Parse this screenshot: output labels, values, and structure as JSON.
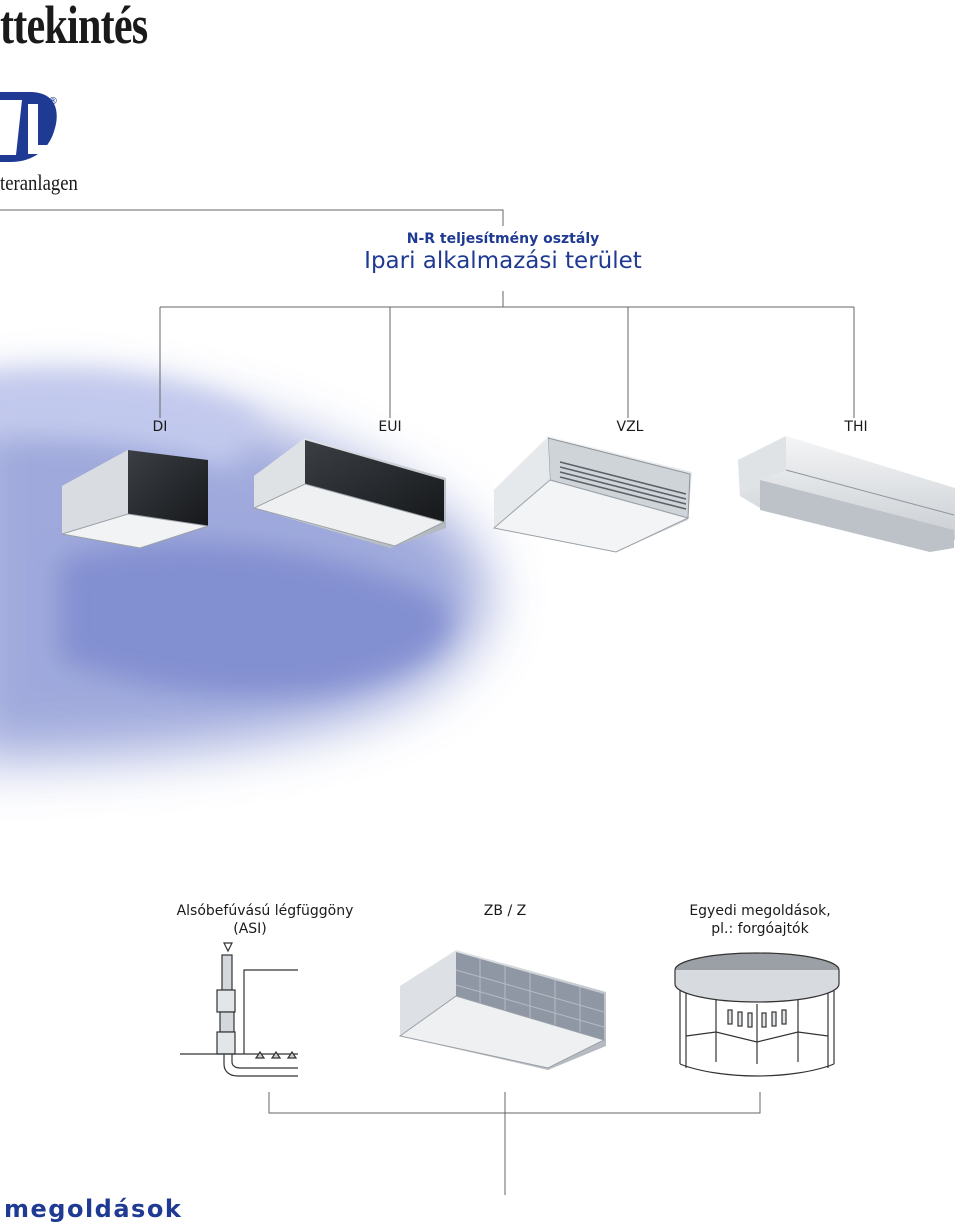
{
  "page": {
    "title": "ttekintés",
    "brand_subtitle": "teranlagen",
    "brand_mark": "®",
    "footer": "megoldások"
  },
  "header": {
    "class_label": "N-R teljesítmény osztály",
    "area_label": "Ipari alkalmazási terület"
  },
  "products": [
    {
      "name": "DI",
      "icon": "box-air-curtain"
    },
    {
      "name": "EUI",
      "icon": "long-air-curtain"
    },
    {
      "name": "VZL",
      "icon": "grilled-air-curtain"
    },
    {
      "name": "THI",
      "icon": "industrial-air-curtain"
    }
  ],
  "solutions": [
    {
      "line1": "Alsóbefúvású légfüggöny",
      "line2": "(ASI)",
      "icon": "floor-blower-diagram"
    },
    {
      "line1": "ZB / Z",
      "line2": "",
      "icon": "ceiling-cassette-unit"
    },
    {
      "line1": "Egyedi megoldások,",
      "line2": "pl.: forgóajtók",
      "icon": "revolving-door"
    }
  ],
  "colors": {
    "brand_blue": "#1f3a93",
    "lines": "#555555"
  }
}
